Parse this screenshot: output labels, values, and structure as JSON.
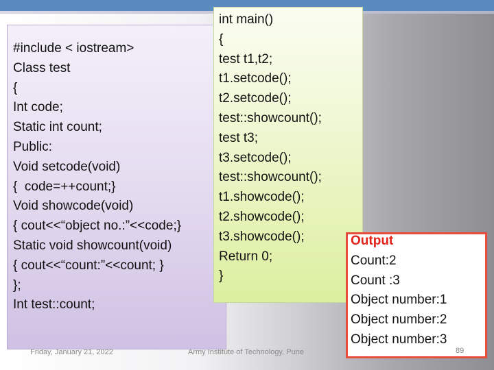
{
  "left_code": [
    "#include < iostream>",
    "Class test",
    "{",
    "Int code;",
    "Static int count;",
    "Public:",
    "Void setcode(void)",
    "{  code=++count;}",
    "Void showcode(void)",
    "{ cout<<“object no.:”<<code;}",
    "Static void showcount(void)",
    "{ cout<<“count:”<<count; }",
    "};",
    "Int test::count;"
  ],
  "main_code": [
    "int main()",
    "{",
    "test t1,t2;",
    "t1.setcode();",
    "t2.setcode();",
    "test::showcount();",
    "test t3;",
    "t3.setcode();",
    "test::showcount();",
    "t1.showcode();",
    "t2.showcode();",
    "t3.showcode();",
    "Return 0;",
    "}"
  ],
  "output": {
    "heading": "Output",
    "lines": [
      "Count:2",
      "Count :3",
      "Object number:1",
      "Object number:2",
      "Object number:3"
    ]
  },
  "footer": {
    "date": "Friday, January 21, 2022",
    "institution": "Army Institute of Technology, Pune",
    "page": "89"
  },
  "colors": {
    "output_heading": "#e2231a",
    "output_border": "#e74c3c",
    "topbar": "#5a8bc0"
  }
}
